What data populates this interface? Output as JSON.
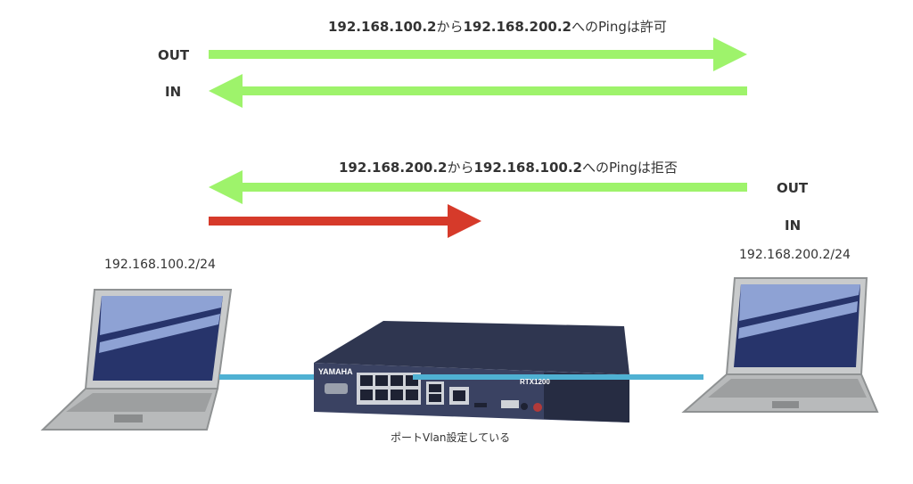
{
  "rule1": {
    "src": "192.168.100.2",
    "from": "から",
    "dst": "192.168.200.2",
    "to": "への",
    "proto": "Ping",
    "verdict": "は許可"
  },
  "rule2": {
    "src": "192.168.200.2",
    "from": "から",
    "dst": "192.168.100.2",
    "to": "への",
    "proto": "Ping",
    "verdict": "は拒否"
  },
  "labels": {
    "out_left": "OUT",
    "in_left": "IN",
    "out_right": "OUT",
    "in_right": "IN"
  },
  "hosts": {
    "left_ip": "192.168.100.2/24",
    "right_ip": "192.168.200.2/24"
  },
  "router": {
    "brand": "YAMAHA",
    "model": "RTX1200",
    "caption": "ポートVlan設定している"
  },
  "colors": {
    "allow_arrow": "#9ef36b",
    "deny_arrow": "#d63a2a",
    "cable": "#4fb1d3",
    "router_body": "#2f3650",
    "screen": "#27346b"
  }
}
